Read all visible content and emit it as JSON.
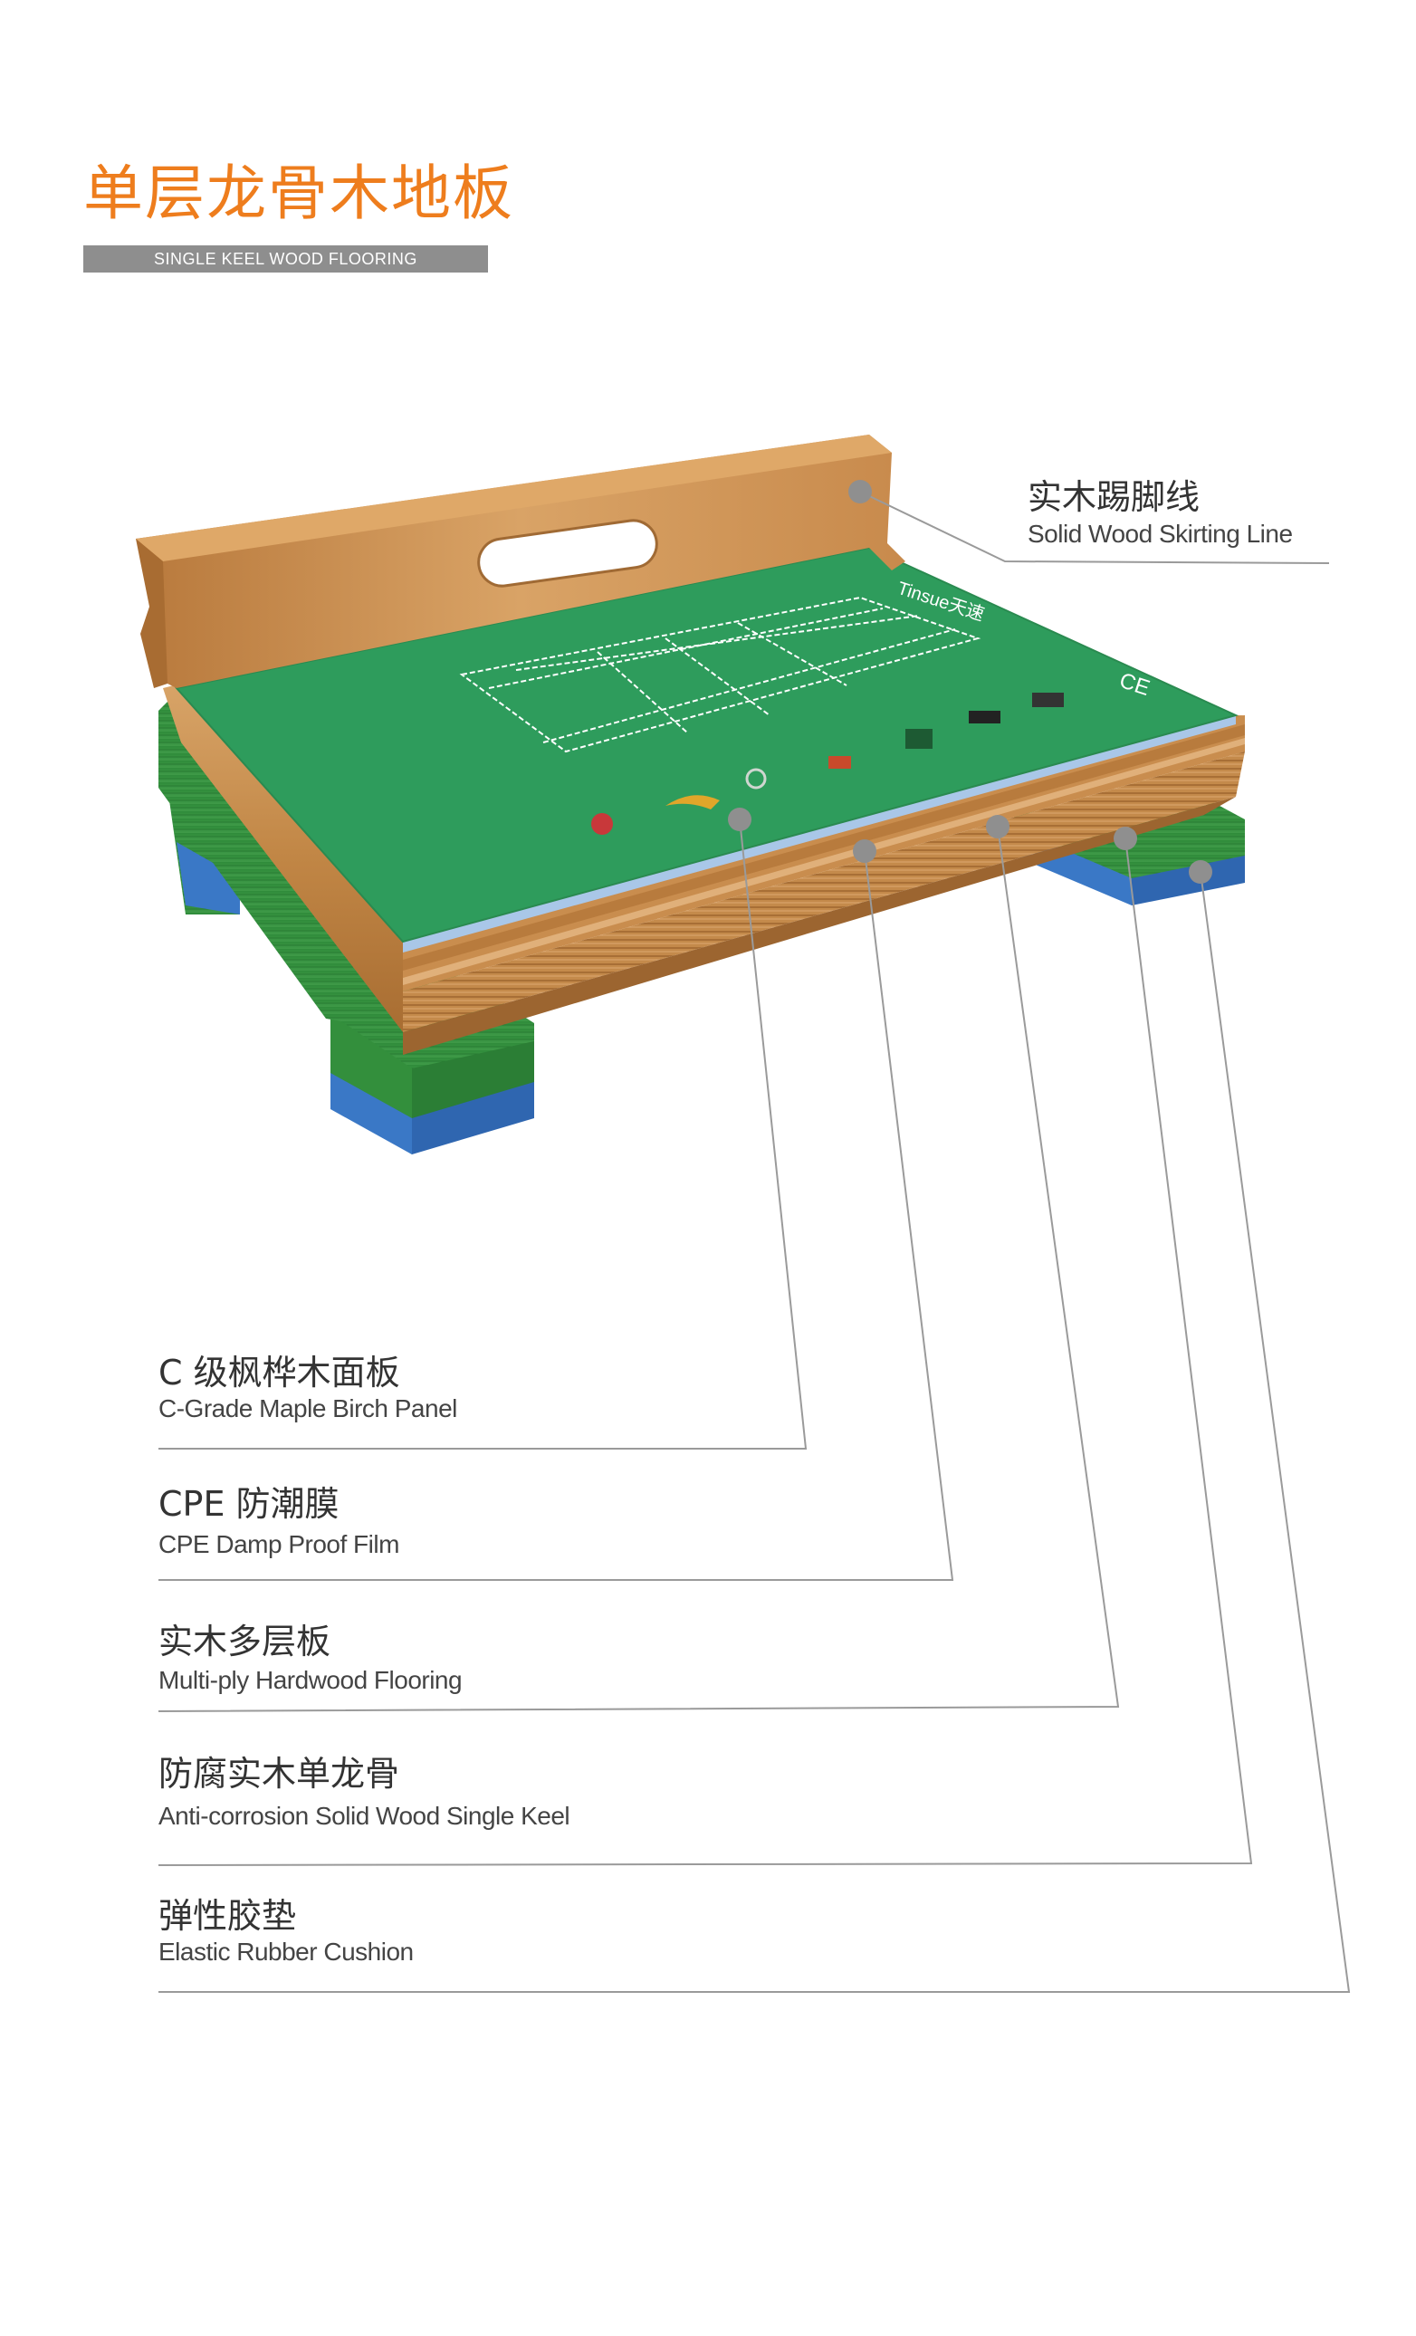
{
  "title": "单层龙骨木地板",
  "subtitle": "SINGLE KEEL WOOD FLOORING",
  "brand_mark": "Tinsue天速",
  "labels": [
    {
      "cn": "实木踢脚线",
      "en": "Solid Wood Skirting Line"
    },
    {
      "cn": "C 级枫桦木面板",
      "en": "C-Grade Maple Birch Panel"
    },
    {
      "cn": "CPE 防潮膜",
      "en": "CPE Damp Proof Film"
    },
    {
      "cn": "实木多层板",
      "en": "Multi-ply Hardwood Flooring"
    },
    {
      "cn": "防腐实木单龙骨",
      "en": "Anti-corrosion Solid Wood Single Keel"
    },
    {
      "cn": "弹性胶垫",
      "en": "Elastic Rubber Cushion"
    }
  ],
  "colors": {
    "title_orange": "#ee7d1d",
    "court_green": "#2e9c5c",
    "keel_green": "#3a8e3a",
    "cushion_blue": "#3a78c6",
    "wood": "#c98d4e",
    "callout_gray": "#9a9a9a"
  }
}
